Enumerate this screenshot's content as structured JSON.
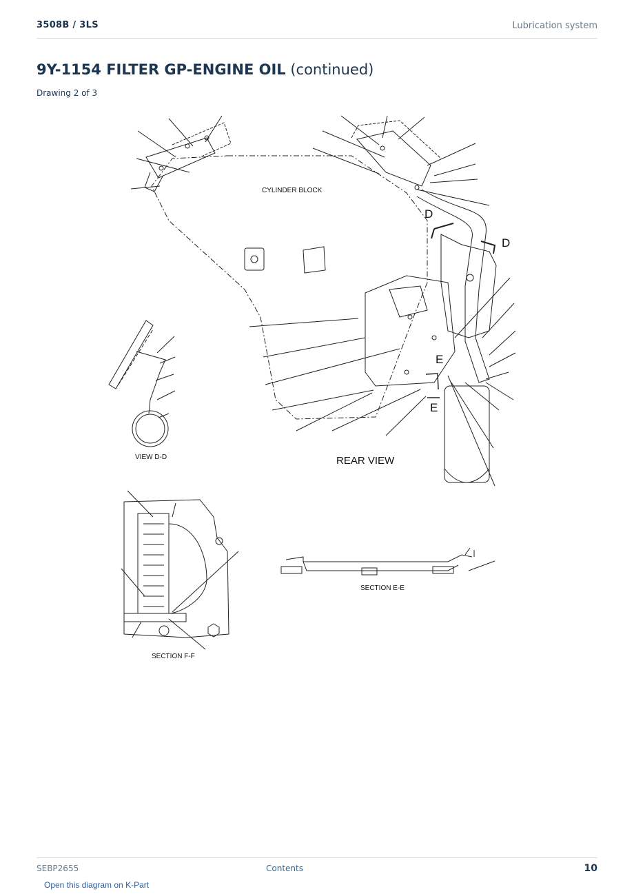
{
  "header": {
    "model": "3508B  /  3LS",
    "section": "Lubrication system"
  },
  "title": {
    "main": "9Y-1154 FILTER GP-ENGINE OIL",
    "suffix": " (continued)"
  },
  "subtitle": "Drawing 2 of 3",
  "drawing": {
    "cylinder_block": "CYLINDER BLOCK",
    "rear_view": "REAR VIEW",
    "view_dd": "VIEW D-D",
    "section_ee": "SECTION E-E",
    "section_ff": "SECTION F-F",
    "marker_d": "D",
    "marker_e": "E"
  },
  "footer": {
    "code": "SEBP2655",
    "contents": "Contents",
    "page": "10"
  },
  "kpart_link": "Open this diagram on K-Part"
}
